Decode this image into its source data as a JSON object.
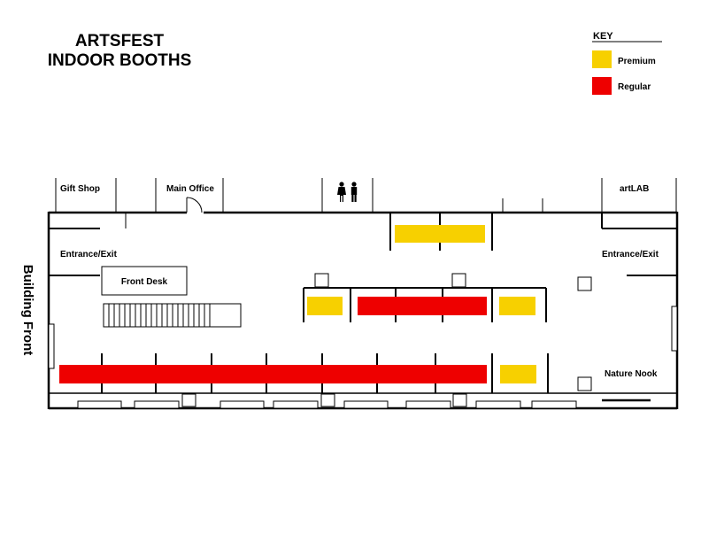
{
  "title": {
    "line1": "ARTSFEST",
    "line2": "INDOOR BOOTHS"
  },
  "key": {
    "heading": "KEY",
    "items": [
      {
        "label": "Premium",
        "color": "#f7d000"
      },
      {
        "label": "Regular",
        "color": "#ee0000"
      }
    ]
  },
  "labels": {
    "gift_shop": "Gift Shop",
    "main_office": "Main Office",
    "restroom_icon": "restroom-icon",
    "artlab": "artLAB",
    "entrance_left": "Entrance/Exit",
    "entrance_right": "Entrance/Exit",
    "front_desk": "Front Desk",
    "nature_nook": "Nature Nook",
    "building_front": "Building Front"
  },
  "colors": {
    "premium": "#f7d000",
    "regular": "#ee0000",
    "walls": "#000000"
  }
}
